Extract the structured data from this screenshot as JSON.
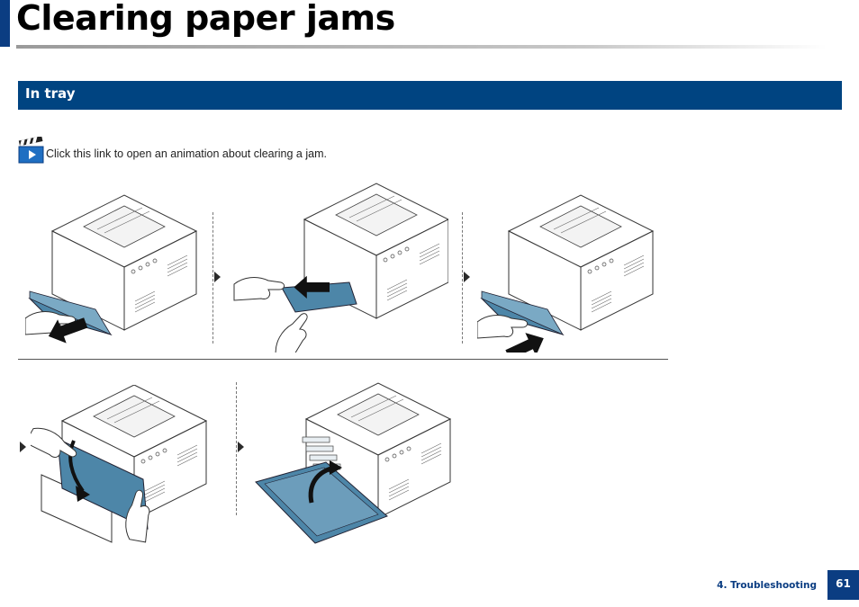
{
  "header": {
    "title": "Clearing paper jams"
  },
  "section": {
    "title": "In tray"
  },
  "animation_link": {
    "icon": "video-clapper-icon",
    "text": "Click this link to open an animation about clearing a jam."
  },
  "footer": {
    "chapter": "4. Troubleshooting",
    "page_number": "61"
  },
  "colors": {
    "brand_blue": "#004481",
    "paper_tint": "#4d86a8",
    "line": "#333333"
  }
}
